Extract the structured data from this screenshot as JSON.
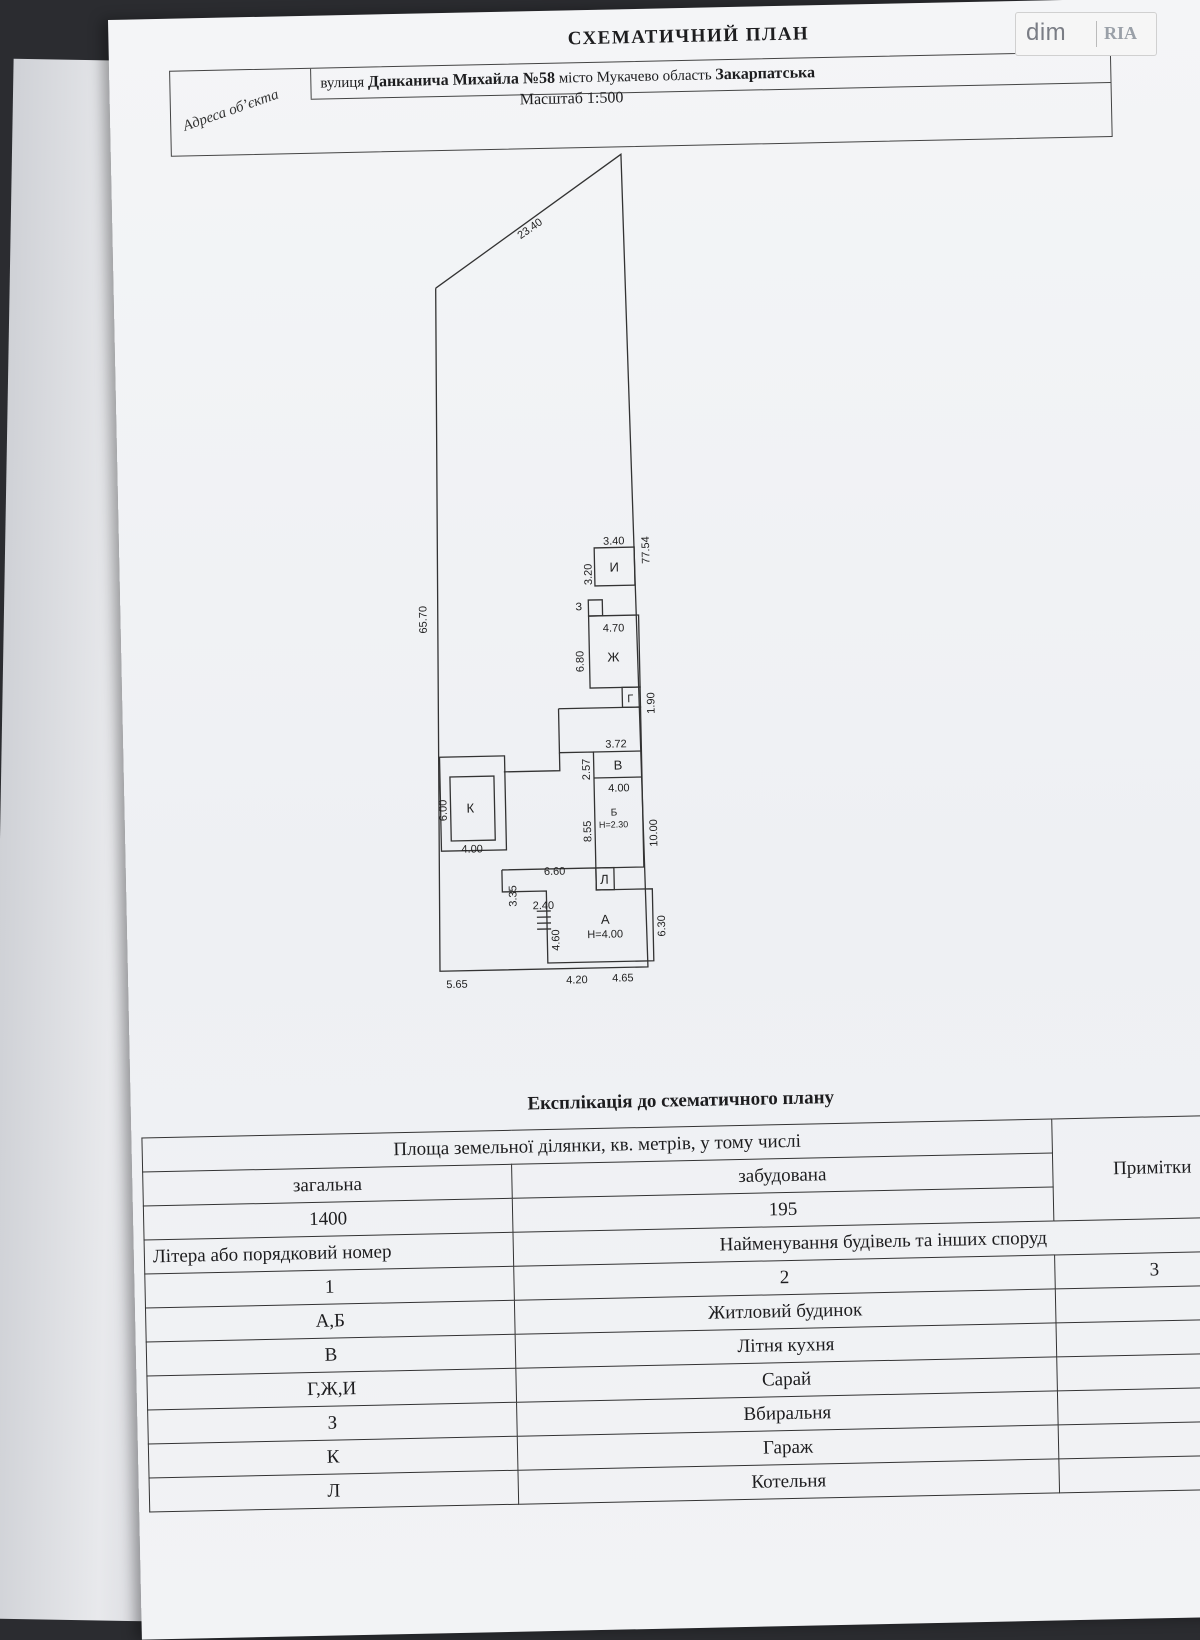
{
  "header": {
    "title": "СХЕМАТИЧНИЙ ПЛАН",
    "address_label": "Адреса об’єкта",
    "street_prefix": "вулиця",
    "street": "Данканича Михайла №58",
    "city_part": "місто Мукачево область",
    "region": "Закарпатська",
    "scale": "Масштаб 1:500"
  },
  "plan": {
    "dimensions": {
      "top_edge": "23.40",
      "left_edge": "65.70",
      "right_edge": "77.54",
      "i_width": "3.40",
      "i_height": "3.20",
      "z_label": "З",
      "zh_width": "4.70",
      "zh_height": "6.80",
      "g_height": "1.90",
      "v_width": "3.72",
      "v_height": "2.57",
      "b_width": "4.00",
      "b_height": "8.55",
      "b_total": "10.00",
      "k_width": "4.00",
      "k_height": "6.00",
      "l_width": "6.60",
      "left_ext_height": "3.35",
      "stair_width": "2.40",
      "a_inner": "4.60",
      "a_height": "6.30",
      "bottom_left": "5.65",
      "bottom_mid": "4.20",
      "bottom_right": "4.65"
    },
    "labels": {
      "i": "И",
      "zh": "Ж",
      "g": "Г",
      "v": "В",
      "b": "Б",
      "b_height": "Н=2.30",
      "k": "К",
      "l": "Л",
      "a": "А",
      "a_height": "Н=4.00"
    }
  },
  "explication": {
    "title": "Експлікація до схематичного плану",
    "area_header": "Площа земельної ділянки, кв. метрів, у тому числі",
    "total_label": "загальна",
    "built_label": "забудована",
    "total_value": "1400",
    "built_value": "195",
    "notes_header": "Примітки",
    "col1_header": "Літера або порядковий номер",
    "col2_header": "Найменування будівель та інших споруд",
    "col_numbers": [
      "1",
      "2",
      "3"
    ],
    "rows": [
      {
        "letter": "А,Б",
        "name": "Житловий будинок"
      },
      {
        "letter": "В",
        "name": "Літня кухня"
      },
      {
        "letter": "Г,Ж,И",
        "name": "Сарай"
      },
      {
        "letter": "З",
        "name": "Вбиральня"
      },
      {
        "letter": "К",
        "name": "Гараж"
      },
      {
        "letter": "Л",
        "name": "Котельня"
      }
    ]
  },
  "watermark": {
    "brand": "dim",
    "brand2": "RIA"
  }
}
